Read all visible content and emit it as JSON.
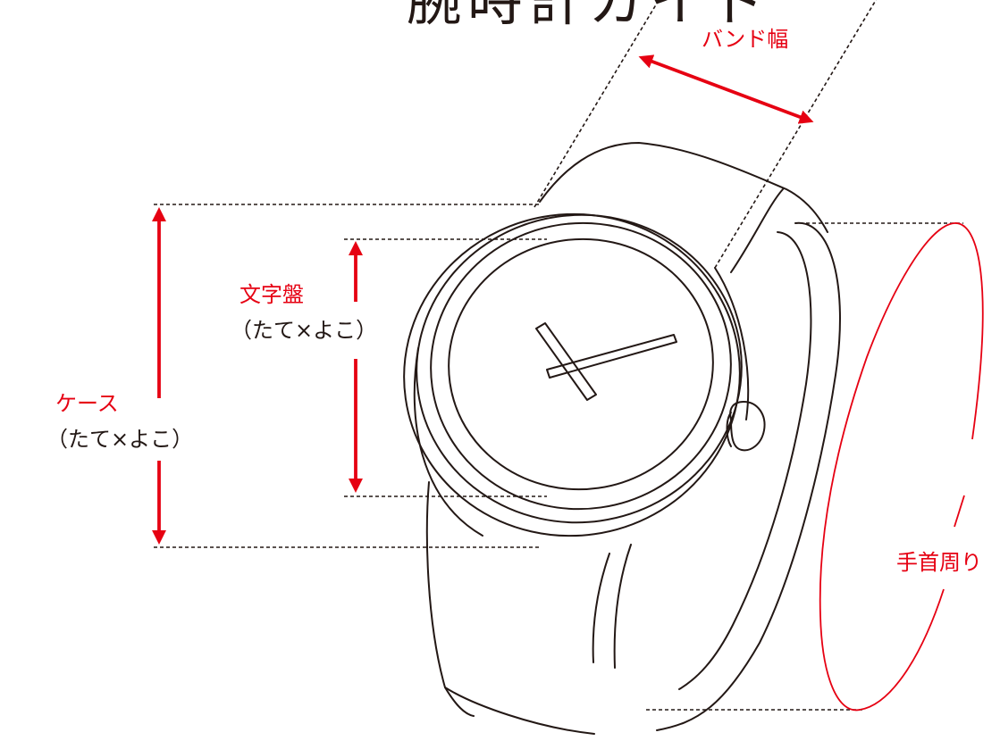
{
  "title": "腕時計ガイド",
  "labels": {
    "band_width": "バンド幅",
    "dial": "文字盤",
    "dial_sub": "（たて×よこ）",
    "case": "ケース",
    "case_sub": "（たて×よこ）",
    "wrist": "手首周り"
  },
  "colors": {
    "accent": "#e60012",
    "line": "#231815"
  },
  "icons": [
    "watch-illustration",
    "dimension-arrow"
  ]
}
